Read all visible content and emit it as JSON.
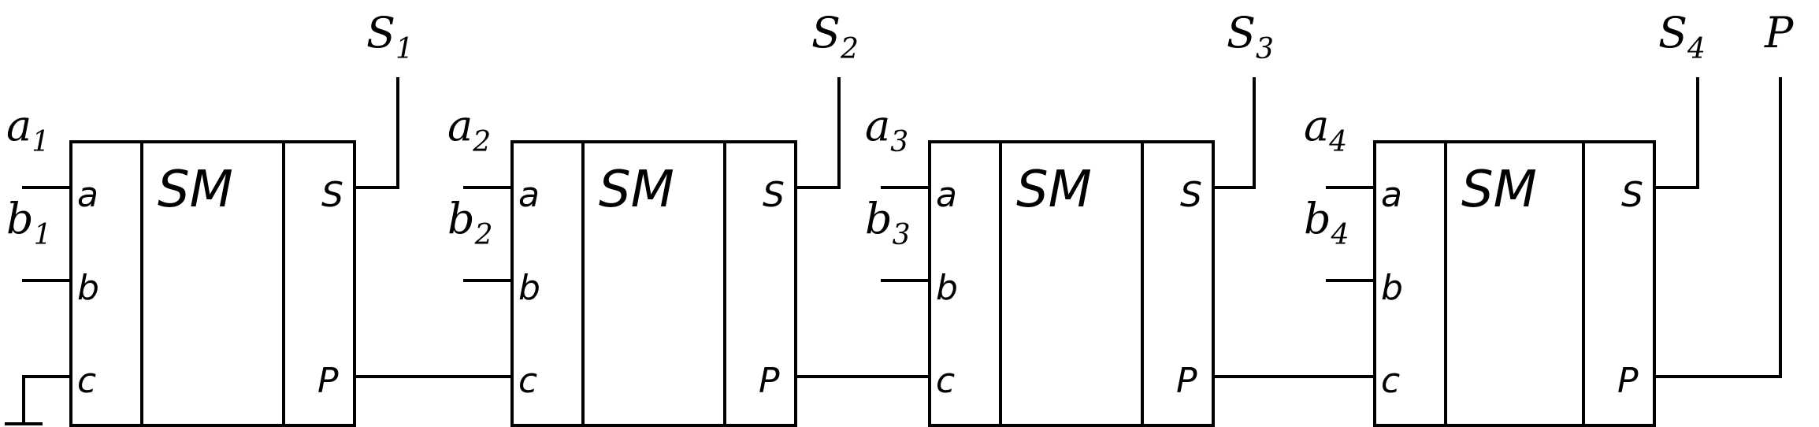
{
  "adders": [
    {
      "title": "SM",
      "ports": {
        "a": "a",
        "b": "b",
        "c": "c",
        "s": "S",
        "p": "P"
      },
      "inputs": {
        "a_base": "a",
        "a_sub": "1",
        "b_base": "b",
        "b_sub": "1"
      },
      "output": {
        "s_base": "S",
        "s_sub": "1"
      }
    },
    {
      "title": "SM",
      "ports": {
        "a": "a",
        "b": "b",
        "c": "c",
        "s": "S",
        "p": "P"
      },
      "inputs": {
        "a_base": "a",
        "a_sub": "2",
        "b_base": "b",
        "b_sub": "2"
      },
      "output": {
        "s_base": "S",
        "s_sub": "2"
      }
    },
    {
      "title": "SM",
      "ports": {
        "a": "a",
        "b": "b",
        "c": "c",
        "s": "S",
        "p": "P"
      },
      "inputs": {
        "a_base": "a",
        "a_sub": "3",
        "b_base": "b",
        "b_sub": "3"
      },
      "output": {
        "s_base": "S",
        "s_sub": "3"
      }
    },
    {
      "title": "SM",
      "ports": {
        "a": "a",
        "b": "b",
        "c": "c",
        "s": "S",
        "p": "P"
      },
      "inputs": {
        "a_base": "a",
        "a_sub": "4",
        "b_base": "b",
        "b_sub": "4"
      },
      "output": {
        "s_base": "S",
        "s_sub": "4"
      }
    }
  ],
  "carry_out": {
    "label": "P"
  }
}
